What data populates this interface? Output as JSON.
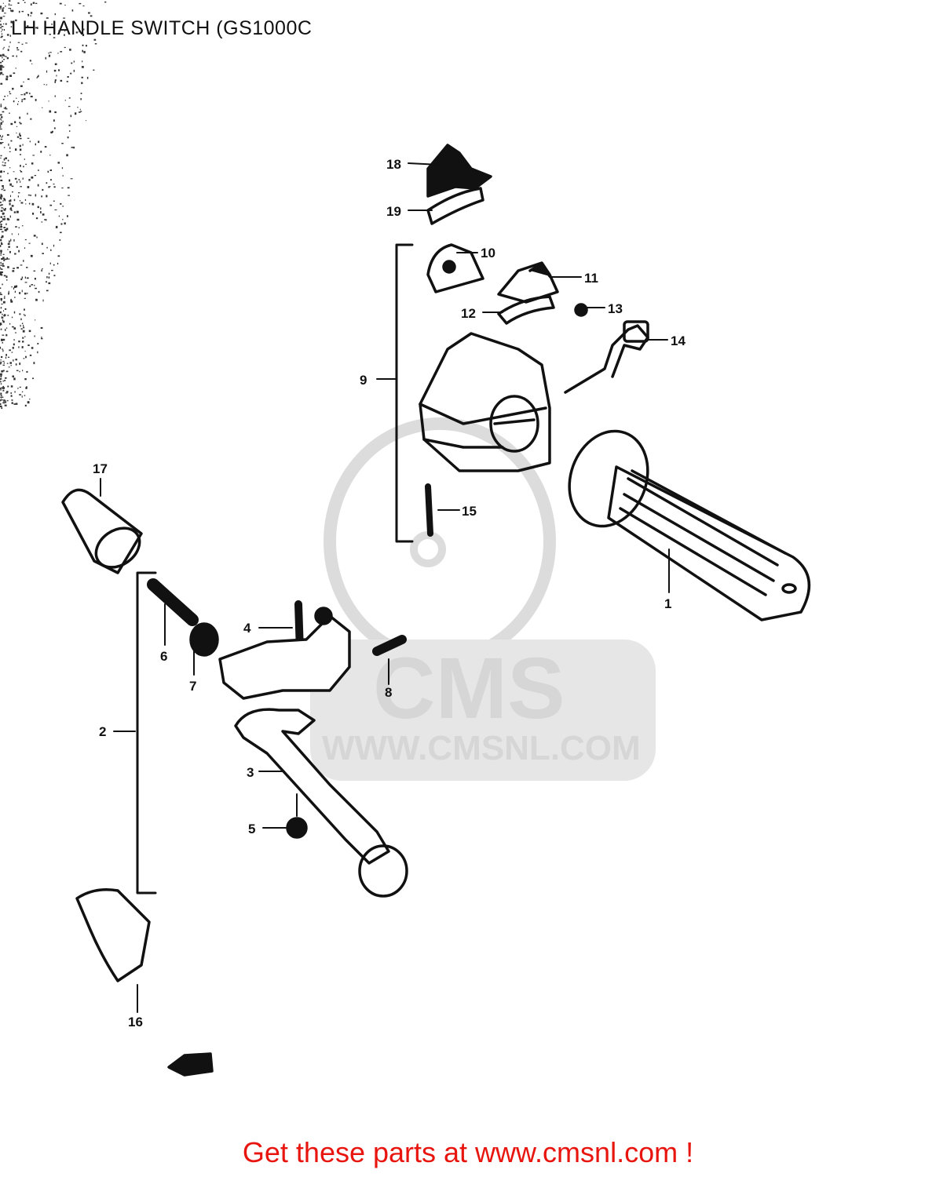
{
  "diagram": {
    "title": "LH HANDLE SWITCH (GS1000C",
    "footer": "Get these parts at www.cmsnl.com !",
    "watermark": {
      "brand": "CMS",
      "url": "WWW.CMSNL.COM"
    },
    "callouts": [
      "1",
      "2",
      "3",
      "4",
      "5",
      "6",
      "7",
      "8",
      "9",
      "10",
      "11",
      "12",
      "13",
      "14",
      "15",
      "16",
      "17",
      "18",
      "19"
    ],
    "colors": {
      "ink": "#111111",
      "footer": "#e8150f",
      "watermark": "#d6d6d6"
    }
  }
}
